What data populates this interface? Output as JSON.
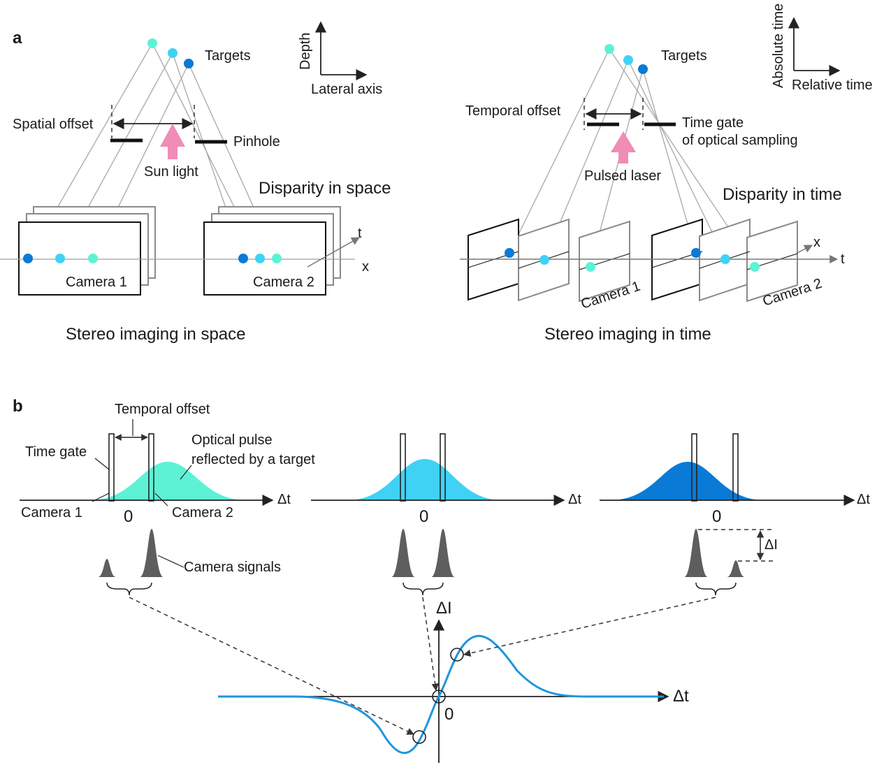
{
  "panel_a": {
    "label": "a",
    "space": {
      "targets": "Targets",
      "depth": "Depth",
      "lateral_axis": "Lateral axis",
      "spatial_offset": "Spatial offset",
      "pinhole": "Pinhole",
      "sun_light": "Sun light",
      "disparity": "Disparity in space",
      "camera1": "Camera 1",
      "camera2": "Camera 2",
      "t_axis": "t",
      "x_axis": "x",
      "caption": "Stereo imaging in space"
    },
    "time": {
      "targets": "Targets",
      "absolute_time": "Absolute time",
      "relative_time": "Relative time",
      "temporal_offset": "Temporal offset",
      "time_gate_line1": "Time gate",
      "time_gate_line2": "of optical sampling",
      "pulsed_laser": "Pulsed laser",
      "disparity": "Disparity in time",
      "camera1": "Camera 1",
      "camera2": "Camera 2",
      "x_axis": "x",
      "t_axis": "t",
      "caption": "Stereo imaging in time"
    }
  },
  "panel_b": {
    "label": "b",
    "temporal_offset": "Temporal offset",
    "time_gate": "Time gate",
    "optical_pulse_line1": "Optical pulse",
    "optical_pulse_line2": "reflected by a target",
    "camera1": "Camera 1",
    "camera2": "Camera 2",
    "camera_signals": "Camera signals",
    "zero": "0",
    "delta_t": "Δt",
    "delta_I": "ΔI"
  },
  "colors": {
    "light_cyan": "#5df2d6",
    "mid_cyan": "#3fd2f5",
    "deep_blue": "#0b7ad6",
    "laser_pink": "#f08cb6",
    "curve_blue": "#1e96dc",
    "signal_gray": "#5e5e5e"
  }
}
